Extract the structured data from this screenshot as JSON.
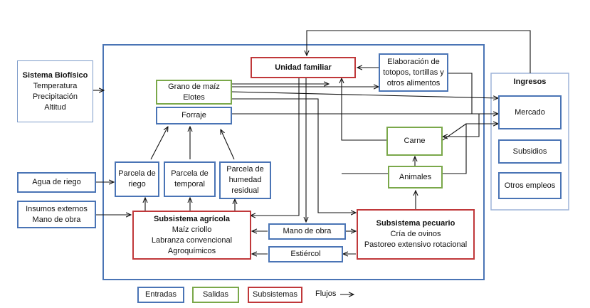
{
  "biofisico": {
    "title": "Sistema Biofísico",
    "lines": [
      "Temperatura",
      "Precipitación",
      "Altitud"
    ]
  },
  "agua": "Agua de riego",
  "insumos": [
    "Insumos externos",
    "Mano de obra"
  ],
  "unidad": "Unidad familiar",
  "elaboracion": [
    "Elaboración de",
    "totopos, tortillas y",
    "otros alimentos"
  ],
  "grano": [
    "Grano de maíz",
    "Elotes"
  ],
  "forraje": "Forraje",
  "parcelas": {
    "riego": [
      "Parcela de",
      "riego"
    ],
    "temporal": [
      "Parcela de",
      "temporal"
    ],
    "humedad": [
      "Parcela de",
      "humedad",
      "residual"
    ]
  },
  "carne": "Carne",
  "animales": "Animales",
  "agricola": {
    "title": "Subsistema agrícola",
    "lines": [
      "Maíz criollo",
      "Labranza convencional",
      "Agroquímicos"
    ]
  },
  "pecuario": {
    "title": "Subsistema pecuario",
    "lines": [
      "Cría de ovinos",
      "Pastoreo extensivo rotacional"
    ]
  },
  "mano_obra": "Mano de obra",
  "estiercol": "Estiércol",
  "ingresos": {
    "title": "Ingresos",
    "items": [
      "Mercado",
      "Subsidios",
      "Otros empleos"
    ]
  },
  "legend": {
    "entradas": "Entradas",
    "salidas": "Salidas",
    "subsistemas": "Subsistemas",
    "flujos": "Flujos"
  },
  "colors": {
    "blue": "#4a74b5",
    "green": "#7aa84a",
    "red": "#c0383a"
  }
}
